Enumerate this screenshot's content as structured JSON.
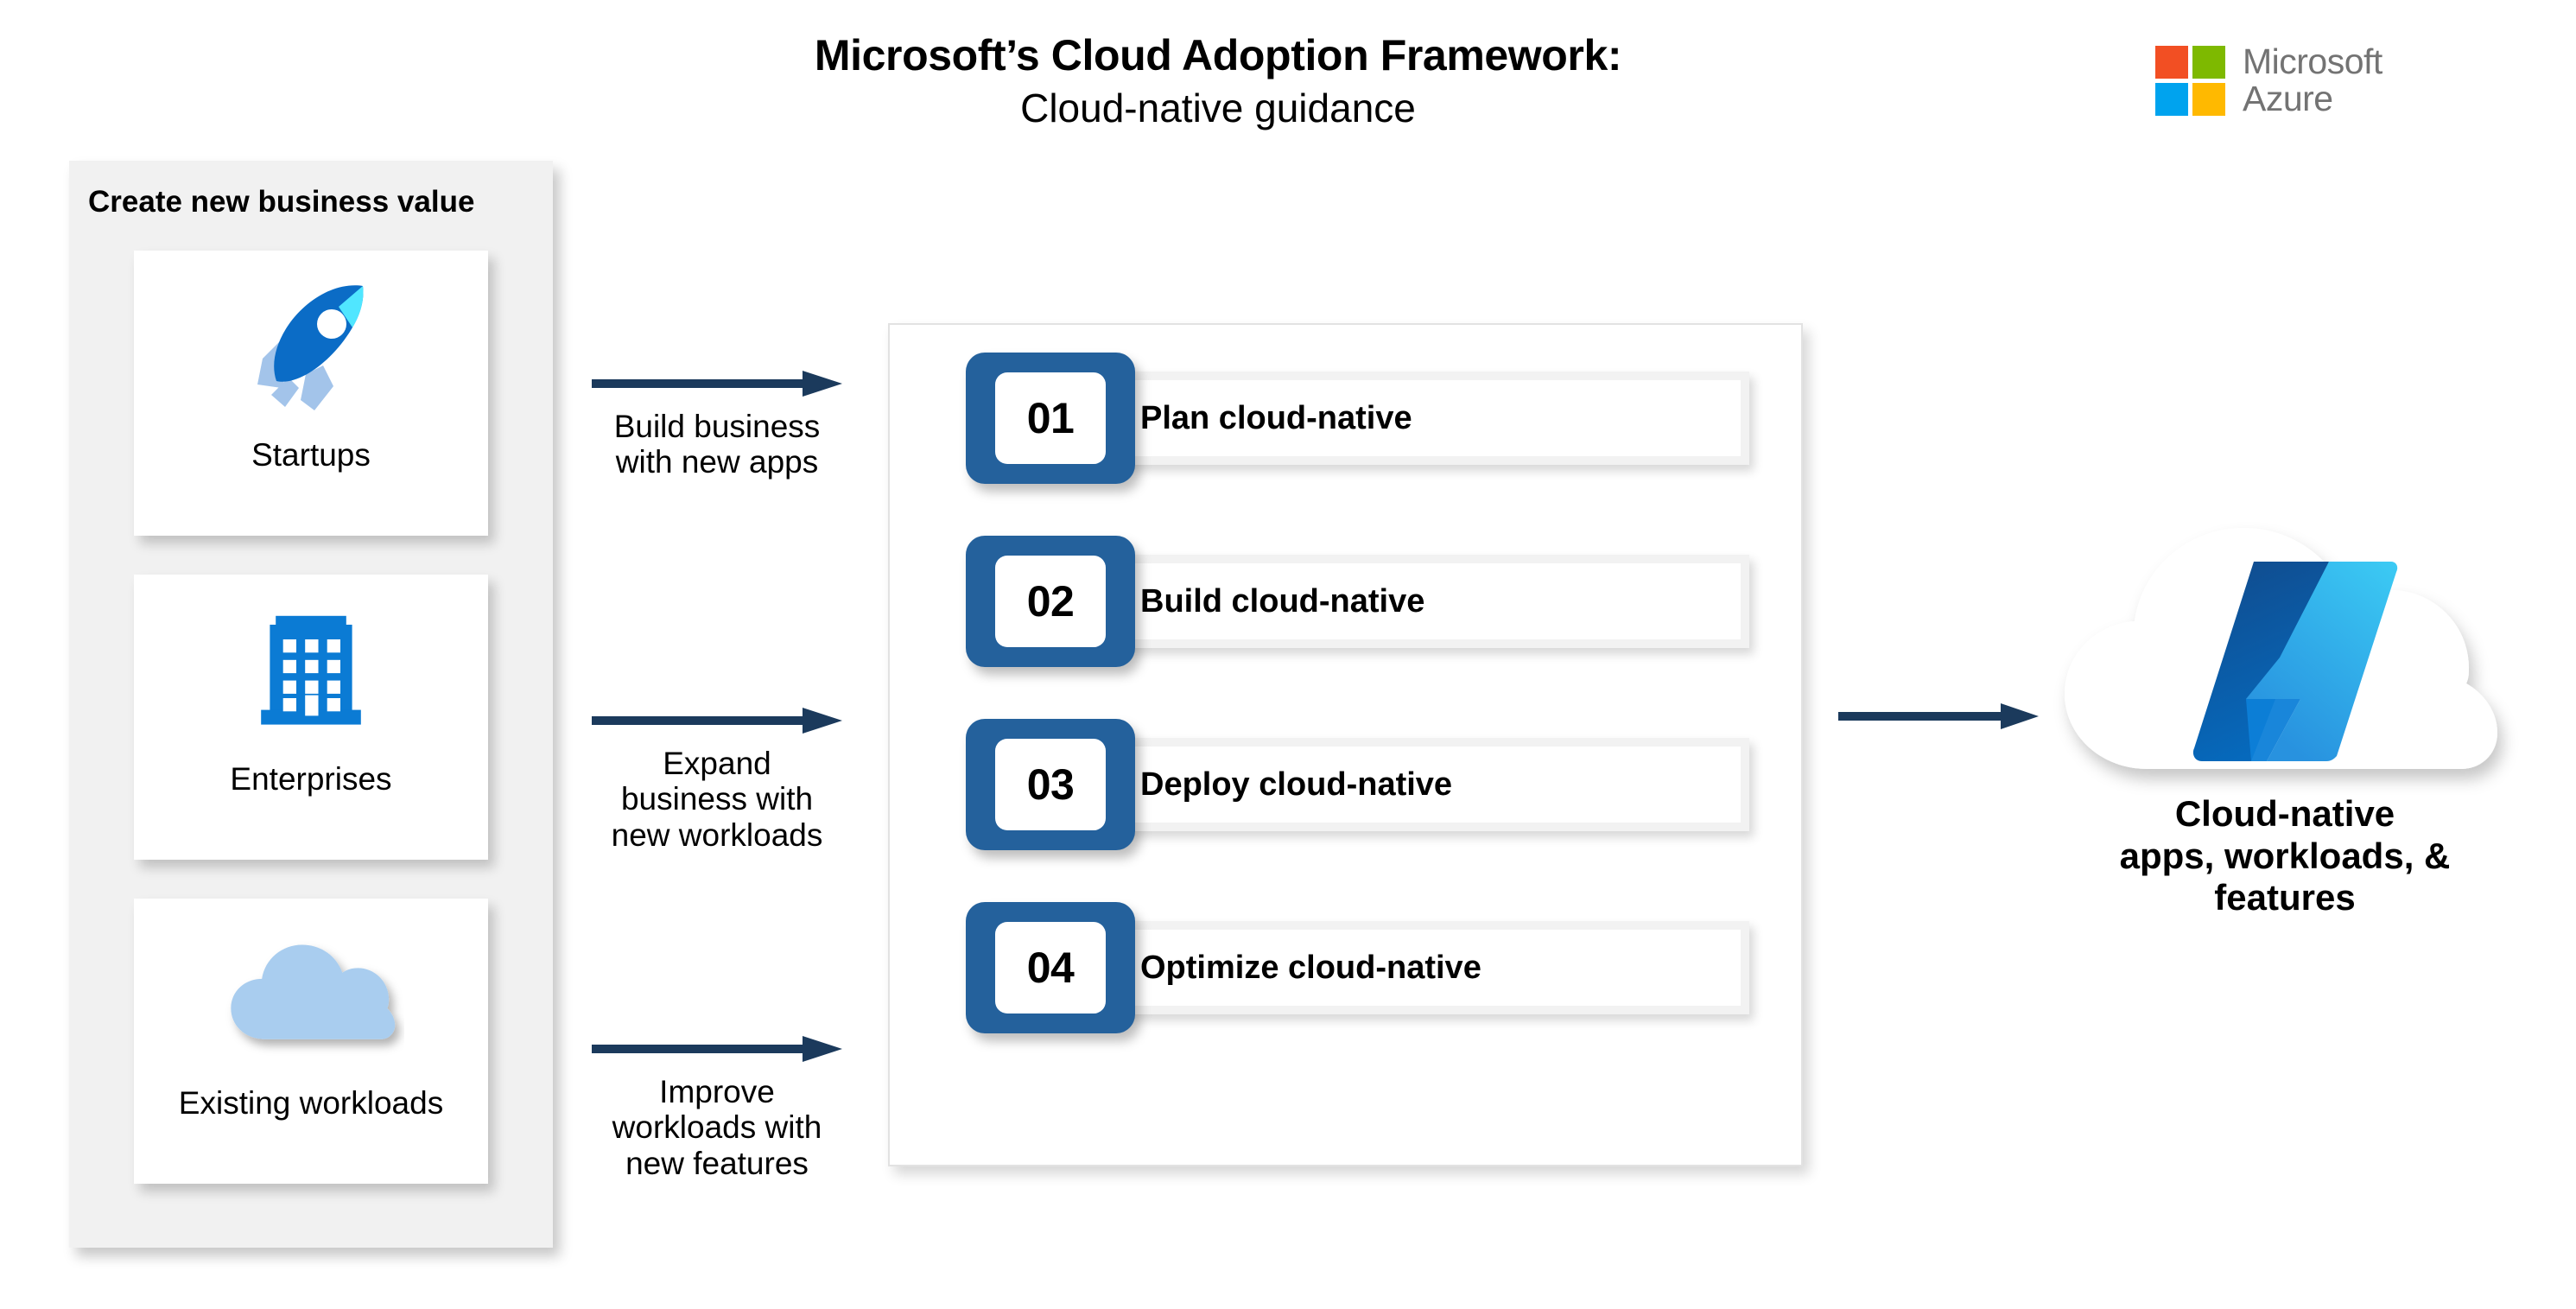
{
  "title": {
    "main": "Microsoft’s Cloud Adoption Framework:",
    "sub": "Cloud-native guidance"
  },
  "brand": {
    "line1": "Microsoft",
    "line2": "Azure",
    "square_colors": [
      "#f24f23",
      "#7eb900",
      "#00a3ee",
      "#ffb900"
    ],
    "text_color": "#737373"
  },
  "left_panel": {
    "heading": "Create new business value",
    "background": "#f1f1f1",
    "segments": [
      {
        "label": "Startups",
        "icon": "rocket-icon"
      },
      {
        "label": "Enterprises",
        "icon": "office-building-icon"
      },
      {
        "label": "Existing workloads",
        "icon": "cloud-icon"
      }
    ]
  },
  "arrows": [
    {
      "caption": "Build business\nwith new apps",
      "icon": "arrow-right-icon"
    },
    {
      "caption": "Expand\nbusiness with\nnew workloads",
      "icon": "arrow-right-icon"
    },
    {
      "caption": "Improve\nworkloads with\nnew features",
      "icon": "arrow-right-icon"
    }
  ],
  "steps_panel": {
    "steps": [
      {
        "number": "01",
        "label": "Plan cloud-native",
        "icon": "document-download-icon"
      },
      {
        "number": "02",
        "label": "Build cloud-native",
        "icon": "wrench-refresh-icon"
      },
      {
        "number": "03",
        "label": "Deploy cloud-native",
        "icon": "deploy-arrow-icon"
      },
      {
        "number": "04",
        "label": "Optimize cloud-native",
        "icon": "gauge-trending-up-icon"
      }
    ],
    "badge_color": "#24619c"
  },
  "flow_arrow": {
    "icon": "arrow-right-icon",
    "color": "#1b3a5c"
  },
  "outcome": {
    "label": "Cloud-native\napps, workloads, &\nfeatures",
    "icon": "azure-cloud-logo-icon"
  },
  "palette": {
    "arrow_navy": "#1b3a5c",
    "azure_blue": "#0078d4",
    "azure_cyan": "#50e6ff",
    "azure_dark": "#114a8b",
    "icon_light_blue": "#a3c4ea"
  }
}
